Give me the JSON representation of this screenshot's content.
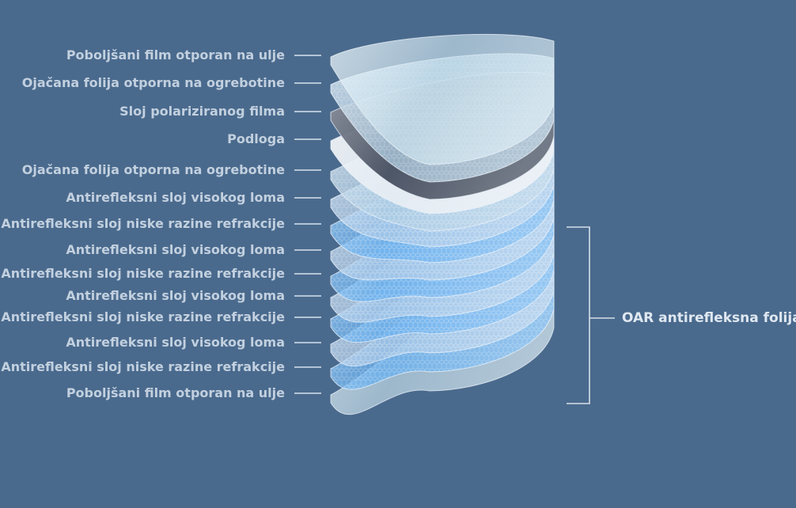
{
  "labels": [
    {
      "text": "Poboljšani film otporan na ulje",
      "layer_type": "oil-resistant"
    },
    {
      "text": "Ojačana folija otporna na ogrebotine",
      "layer_type": "scratch-resistant"
    },
    {
      "text": "Sloj polariziranog filma",
      "layer_type": "polarizing"
    },
    {
      "text": "Podloga",
      "layer_type": "substrate"
    },
    {
      "text": "Ojačana folija otporna na ogrebotine",
      "layer_type": "scratch-resistant"
    },
    {
      "text": "Antirefleksni sloj visokog loma",
      "layer_type": "ar-high"
    },
    {
      "text": "Antirefleksni sloj niske razine refrakcije",
      "layer_type": "ar-low"
    },
    {
      "text": "Antirefleksni sloj visokog loma",
      "layer_type": "ar-high"
    },
    {
      "text": "Antirefleksni sloj niske razine refrakcije",
      "layer_type": "ar-low"
    },
    {
      "text": "Antirefleksni sloj visokog loma",
      "layer_type": "ar-high"
    },
    {
      "text": "Antirefleksni sloj niske razine refrakcije",
      "layer_type": "ar-low"
    },
    {
      "text": "Antirefleksni sloj visokog loma",
      "layer_type": "ar-high"
    },
    {
      "text": "Antirefleksni sloj niske razine refrakcije",
      "layer_type": "ar-low"
    },
    {
      "text": "Poboljšani film otporan na ulje",
      "layer_type": "oil-resistant"
    }
  ],
  "bracket": {
    "label": "OAR antirefleksna folija"
  },
  "colors": {
    "background": "#4a6a8d",
    "label_text": "#c2d0df",
    "leader_line": "#b4c4d6",
    "bracket_line": "#d6e0ea",
    "oil-resistant": "#cde6f1",
    "scratch-resistant": "#a9cbe2",
    "polarizing": "#3b4556",
    "substrate": "#e6edf3",
    "ar-high": "#a6c6e6",
    "ar-low": "#58a7ee"
  }
}
